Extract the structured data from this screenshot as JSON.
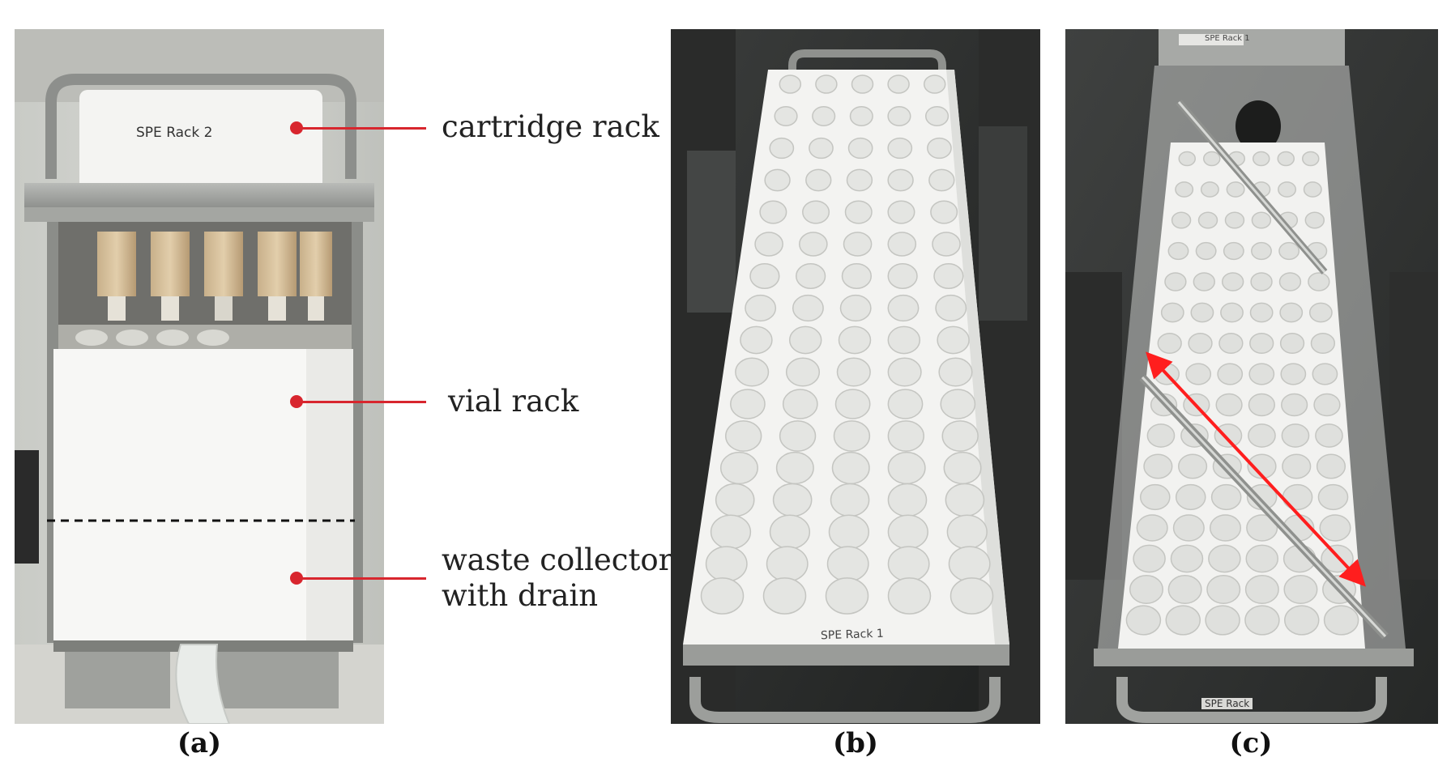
{
  "figure": {
    "panel_a": {
      "caption": "(a)",
      "rack_label": "SPE Rack 2",
      "annotations": [
        {
          "text": "cartridge rack"
        },
        {
          "text": "vial rack"
        },
        {
          "text": "waste collector\nwith drain"
        }
      ]
    },
    "panel_b": {
      "caption": "(b)",
      "rack_label": "SPE Rack 1"
    },
    "panel_c": {
      "caption": "(c)",
      "top_label": "SPE Rack 1",
      "bottom_label": "SPE Rack"
    },
    "colors": {
      "annotation_red": "#d8262e",
      "background": "#ffffff"
    }
  }
}
